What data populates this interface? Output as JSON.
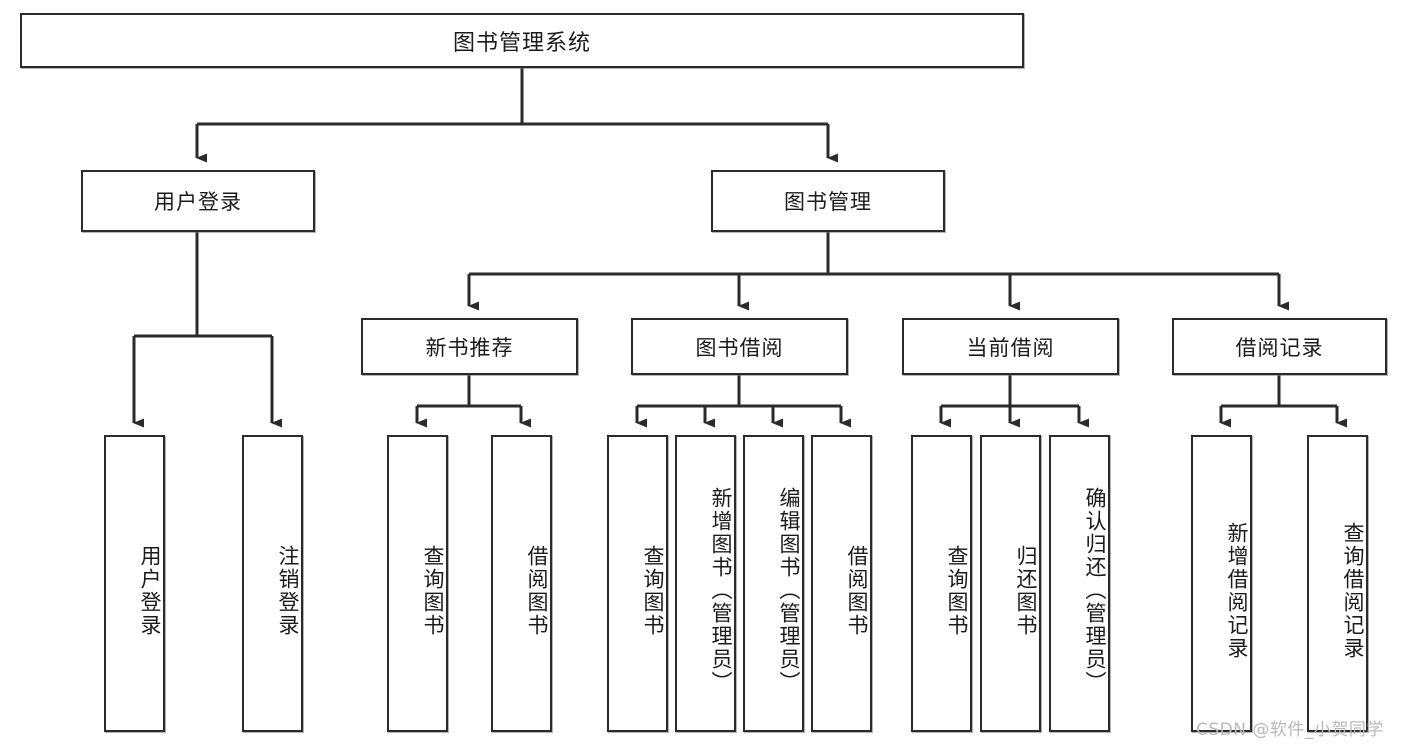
{
  "diagram": {
    "type": "tree",
    "title": "图书管理系统",
    "watermark": "CSDN @软件_小贺同学",
    "colors": {
      "stroke": "#2b2b2b",
      "fill": "#ffffff",
      "text": "#1b1b1b",
      "watermark": "#b9b9b9"
    },
    "nodes": {
      "root": {
        "label": "图书管理系统",
        "orientation": "horizontal"
      },
      "level2": [
        {
          "id": "user-login",
          "label": "用户登录",
          "orientation": "horizontal"
        },
        {
          "id": "book-manage",
          "label": "图书管理",
          "orientation": "horizontal"
        }
      ],
      "level3": [
        {
          "id": "new-book-rec",
          "label": "新书推荐",
          "orientation": "horizontal"
        },
        {
          "id": "book-borrow",
          "label": "图书借阅",
          "orientation": "horizontal"
        },
        {
          "id": "current-borrow",
          "label": "当前借阅",
          "orientation": "horizontal"
        },
        {
          "id": "borrow-record",
          "label": "借阅记录",
          "orientation": "horizontal"
        }
      ],
      "leaves": [
        {
          "id": "leaf-user-login",
          "label": "用户登录",
          "parent": "user-login",
          "orientation": "vertical"
        },
        {
          "id": "leaf-logout-login",
          "label": "注销登录",
          "parent": "user-login",
          "orientation": "vertical"
        },
        {
          "id": "leaf-query-book-1",
          "label": "查询图书",
          "parent": "new-book-rec",
          "orientation": "vertical"
        },
        {
          "id": "leaf-borrow-book-1",
          "label": "借阅图书",
          "parent": "new-book-rec",
          "orientation": "vertical"
        },
        {
          "id": "leaf-query-book-2",
          "label": "查询图书",
          "parent": "book-borrow",
          "orientation": "vertical"
        },
        {
          "id": "leaf-add-book",
          "label": "新增图书（管理员）",
          "parent": "book-borrow",
          "orientation": "vertical"
        },
        {
          "id": "leaf-edit-book",
          "label": "编辑图书（管理员）",
          "parent": "book-borrow",
          "orientation": "vertical"
        },
        {
          "id": "leaf-borrow-book-2",
          "label": "借阅图书",
          "parent": "book-borrow",
          "orientation": "vertical"
        },
        {
          "id": "leaf-query-book-3",
          "label": "查询图书",
          "parent": "current-borrow",
          "orientation": "vertical"
        },
        {
          "id": "leaf-return-book",
          "label": "归还图书",
          "parent": "current-borrow",
          "orientation": "vertical"
        },
        {
          "id": "leaf-confirm-return",
          "label": "确认归还（管理员）",
          "parent": "current-borrow",
          "orientation": "vertical"
        },
        {
          "id": "leaf-add-record",
          "label": "新增借阅记录",
          "parent": "borrow-record",
          "orientation": "vertical"
        },
        {
          "id": "leaf-query-record",
          "label": "查询借阅记录",
          "parent": "borrow-record",
          "orientation": "vertical"
        }
      ]
    }
  }
}
